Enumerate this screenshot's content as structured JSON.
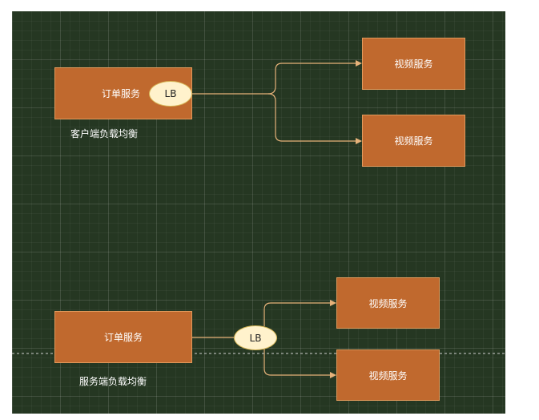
{
  "colors": {
    "canvas": "#253722",
    "box_fill": "#c0692e",
    "lb_fill": "#fff2cc",
    "edge": "#e6b27a"
  },
  "client_side": {
    "order_service": "订单服务",
    "lb": "LB",
    "caption": "客户端负载均衡",
    "video_top": "视频服务",
    "video_bottom": "视频服务"
  },
  "server_side": {
    "order_service": "订单服务",
    "lb": "LB",
    "caption": "服务端负载均衡",
    "video_top": "视频服务",
    "video_bottom": "视频服务"
  }
}
